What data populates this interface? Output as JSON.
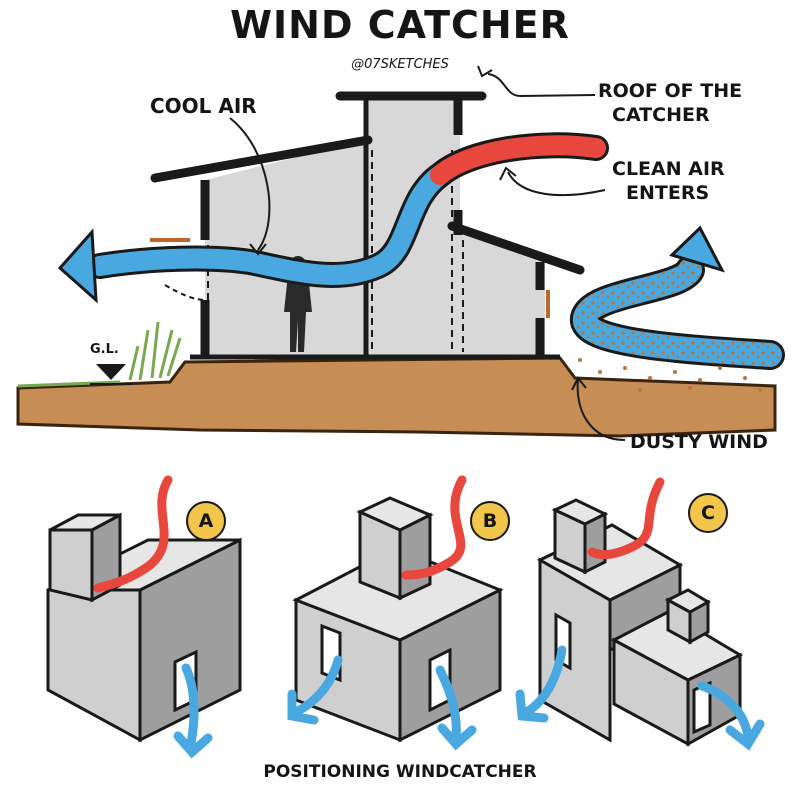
{
  "title": "WIND CATCHER",
  "handle": "@07SKETCHES",
  "labels": {
    "cool_air": "COOL AIR",
    "roof_line1": "ROOF OF THE",
    "roof_line2": "CATCHER",
    "clean_line1": "CLEAN AIR",
    "clean_line2": "ENTERS",
    "ground_level": "G.L.",
    "dusty_wind": "DUSTY WIND"
  },
  "options": {
    "a": "A",
    "b": "B",
    "c": "C"
  },
  "caption": "POSITIONING WINDCATCHER",
  "colors": {
    "hot_air": "#e8473e",
    "cool_air": "#4aa8e0",
    "ground": "#c68d55",
    "badge": "#f2c64a",
    "wall": "#d3d3d3",
    "ink": "#1a1a1a"
  }
}
